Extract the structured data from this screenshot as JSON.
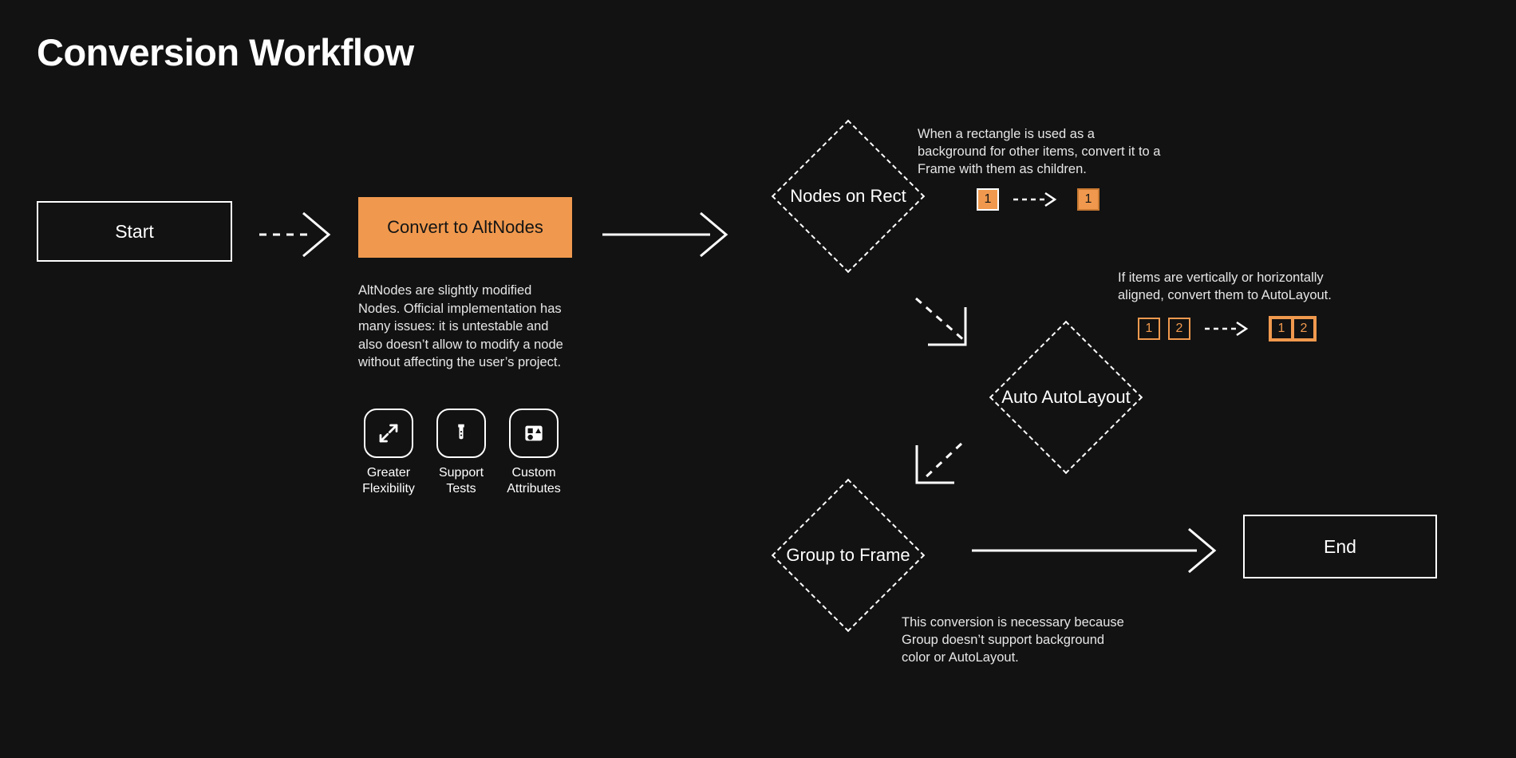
{
  "page": {
    "title": "Conversion Workflow",
    "background_color": "#121212",
    "accent_color": "#F0994E",
    "text_color": "#ffffff"
  },
  "nodes": {
    "start": {
      "label": "Start",
      "shape": "rectangle"
    },
    "convert": {
      "label": "Convert to AltNodes",
      "shape": "rectangle-filled",
      "fill": "#F0994E",
      "description": "AltNodes are slightly modified Nodes. Official implementation has many issues: it is untestable and also doesn’t allow to modify a node without affecting the user’s project."
    },
    "nodes_on_rect": {
      "label": "Nodes on Rect",
      "shape": "diamond"
    },
    "auto_autolayout": {
      "label": "Auto AutoLayout",
      "shape": "diamond"
    },
    "group_to_frame": {
      "label": "Group to Frame",
      "shape": "diamond"
    },
    "end": {
      "label": "End",
      "shape": "rectangle"
    }
  },
  "features": [
    {
      "icon": "expand-arrows-icon",
      "label": "Greater\nFlexibility",
      "line1": "Greater",
      "line2": "Flexibility"
    },
    {
      "icon": "test-tube-icon",
      "label": "Support\nTests",
      "line1": "Support",
      "line2": "Tests"
    },
    {
      "icon": "shapes-attributes-icon",
      "label": "Custom\nAttributes",
      "line1": "Custom",
      "line2": "Attributes"
    }
  ],
  "annotations": {
    "nodes_on_rect": "When a rectangle is used as a background for other items, convert it to a Frame with them as children.",
    "auto_autolayout": "If items are vertically or horizontally aligned, convert them to AutoLayout.",
    "group_to_frame": "This conversion is necessary because Group doesn’t support background color or AutoLayout."
  },
  "badges": {
    "nodes_on_rect": {
      "before": [
        "1"
      ],
      "after": [
        "1"
      ],
      "after_grouped": false
    },
    "auto_autolayout": {
      "before": [
        "1",
        "2"
      ],
      "after": [
        "1",
        "2"
      ],
      "after_grouped": true
    }
  },
  "edges": [
    {
      "from": "start",
      "to": "convert",
      "style": "dashed"
    },
    {
      "from": "convert",
      "to": "nodes_on_rect",
      "style": "solid"
    },
    {
      "from": "nodes_on_rect",
      "to": "auto_autolayout",
      "style": "dashed"
    },
    {
      "from": "auto_autolayout",
      "to": "group_to_frame",
      "style": "dashed"
    },
    {
      "from": "group_to_frame",
      "to": "end",
      "style": "solid"
    }
  ]
}
